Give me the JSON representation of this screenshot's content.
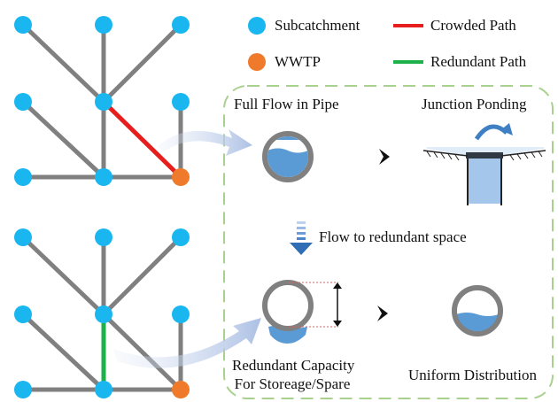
{
  "legend": {
    "subcatchment": "Subcatchment",
    "wwtp": "WWTP",
    "crowded_path": "Crowded Path",
    "redundant_path": "Redundant Path"
  },
  "panel": {
    "full_flow": "Full Flow in Pipe",
    "junction_ponding": "Junction Ponding",
    "flow_to_redundant": "Flow to redundant space",
    "redundant_capacity_line1": "Redundant Capacity",
    "redundant_capacity_line2": "For Storeage/Spare",
    "uniform_distribution": "Uniform Distribution"
  },
  "colors": {
    "subcatchment": "#1ab6f0",
    "wwtp": "#ef7a2c",
    "crowded": "#e61e1e",
    "redundant": "#1eb04b",
    "pipe_edge": "#7f7f7f",
    "water": "#5b9bd5",
    "panel_border": "#a9d18e",
    "arrow": "#b4c7e7"
  }
}
